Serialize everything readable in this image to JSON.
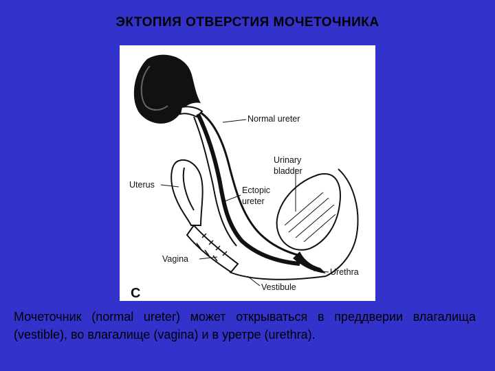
{
  "slide": {
    "title": "ЭКТОПИЯ ОТВЕРСТИЯ  МОЧЕТОЧНИКА",
    "background_color": "#3333cc",
    "caption": "Мочеточник (normal ureter) может открываться в преддверии влагалища (vestible), во влагалище (vagina) и в уретре (urethra)."
  },
  "figure": {
    "panel_letter": "C",
    "labels": {
      "normal_ureter": "Normal ureter",
      "urinary_bladder_line1": "Urinary",
      "urinary_bladder_line2": "bladder",
      "uterus": "Uterus",
      "ectopic_ureter_line1": "Ectopic",
      "ectopic_ureter_line2": "ureter",
      "vagina": "Vagina",
      "urethra": "Urethra",
      "vestibule": "Vestibule"
    }
  }
}
